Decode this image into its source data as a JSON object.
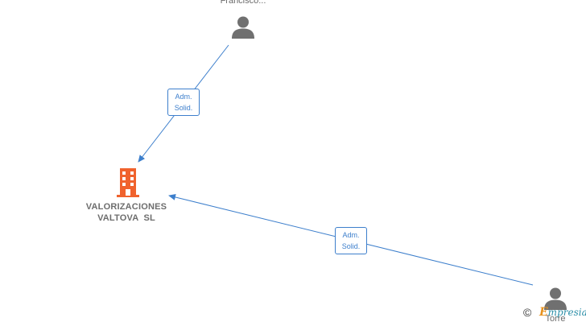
{
  "nodes": {
    "top_person": {
      "label": "Francisco..."
    },
    "company": {
      "line1": "VALORIZACIONES",
      "line2": "VALTOVA  SL"
    },
    "bottom_person": {
      "label": "Torre"
    }
  },
  "edges": [
    {
      "label_line1": "Adm.",
      "label_line2": "Solid."
    },
    {
      "label_line1": "Adm.",
      "label_line2": "Solid."
    }
  ],
  "footer": {
    "copyright_symbol": "©",
    "brand_first": "E",
    "brand_rest": "mpresia"
  },
  "colors": {
    "edge": "#3d7fcc",
    "company_icon": "#f0622d",
    "person_icon": "#707070"
  }
}
